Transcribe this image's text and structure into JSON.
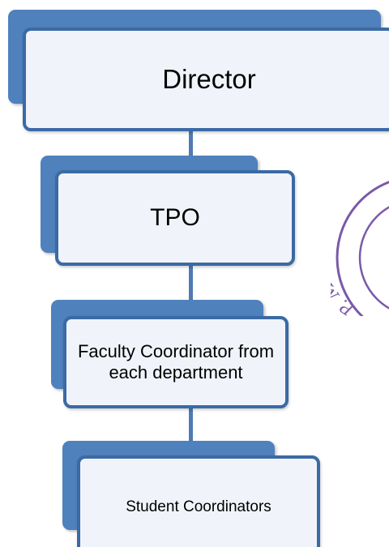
{
  "nodes": {
    "director": "Director",
    "tpo": "TPO",
    "faculty": "Faculty Coordinator from each department",
    "students": "Student Coordinators"
  },
  "seal": {
    "text": "P. M. Nathe",
    "color": "#7a5aa8"
  },
  "colors": {
    "tab": "#4f81bd",
    "border": "#3b6aa5",
    "fill": "#f0f4fa",
    "connector": "#4e7bb2"
  }
}
